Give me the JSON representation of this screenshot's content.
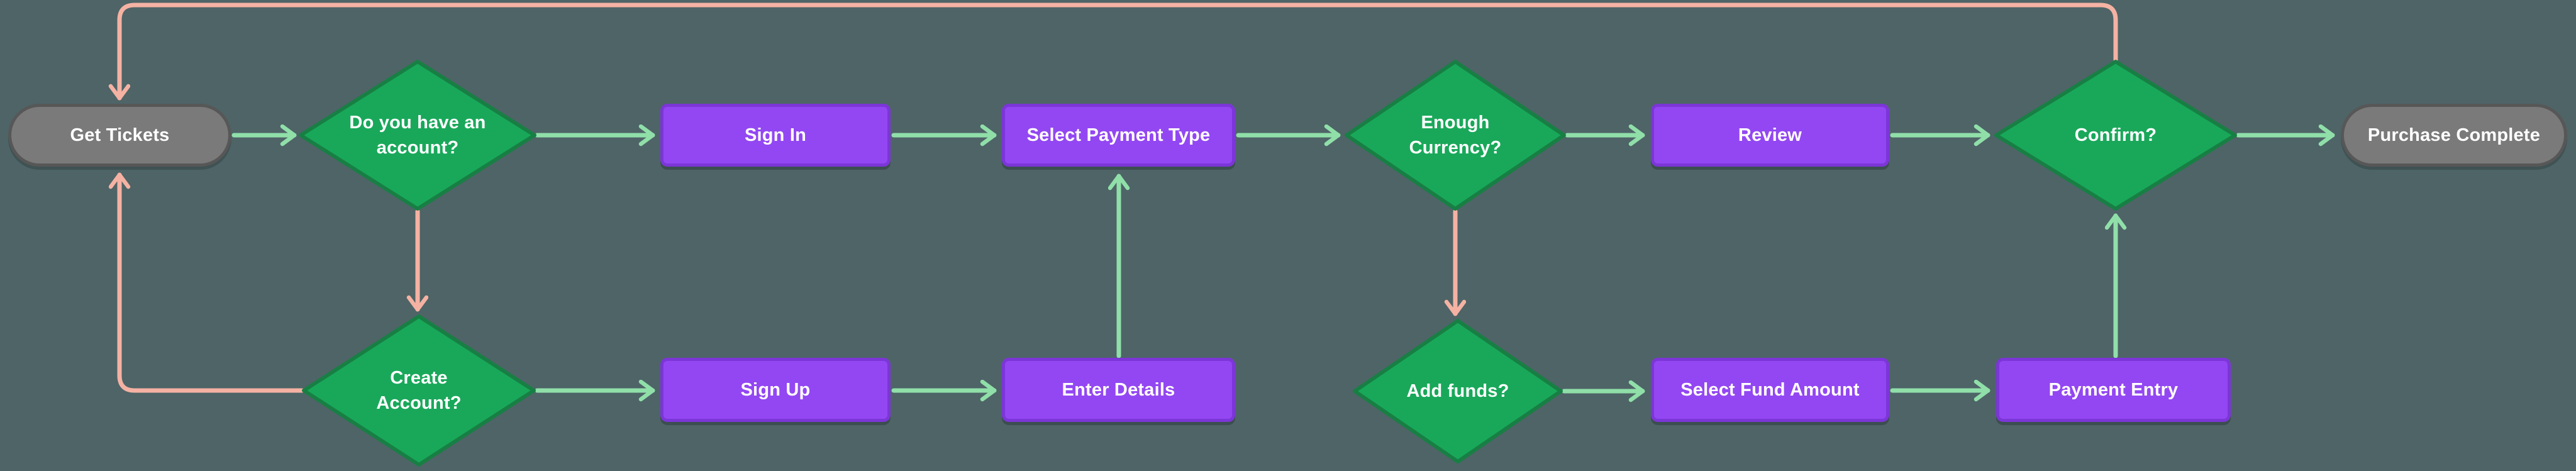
{
  "colors": {
    "background": "#4e6467",
    "decision_fill": "#19a85a",
    "decision_border": "#187f44",
    "process_fill": "#9347f2",
    "process_border": "#7c36d8",
    "terminal_fill": "#7a7a7a",
    "terminal_border": "#575757",
    "edge_green": "#90dfa9",
    "edge_pink": "#f5b2a3",
    "text": "#ffffff"
  },
  "nodes": {
    "get_tickets": {
      "label": "Get Tickets",
      "type": "terminal"
    },
    "account_decision": {
      "label": "Do you have an account?",
      "type": "decision"
    },
    "sign_in": {
      "label": "Sign In",
      "type": "process"
    },
    "select_payment_type": {
      "label": "Select Payment Type",
      "type": "process"
    },
    "enough_currency": {
      "label": "Enough Currency?",
      "type": "decision"
    },
    "review": {
      "label": "Review",
      "type": "process"
    },
    "confirm": {
      "label": "Confirm?",
      "type": "decision"
    },
    "purchase_complete": {
      "label": "Purchase Complete",
      "type": "terminal"
    },
    "create_account": {
      "label": "Create Account?",
      "type": "decision"
    },
    "sign_up": {
      "label": "Sign Up",
      "type": "process"
    },
    "enter_details": {
      "label": "Enter Details",
      "type": "process"
    },
    "add_funds": {
      "label": "Add funds?",
      "type": "decision"
    },
    "select_fund_amount": {
      "label": "Select Fund Amount",
      "type": "process"
    },
    "payment_entry": {
      "label": "Payment Entry",
      "type": "process"
    }
  },
  "edges": [
    {
      "from": "get_tickets",
      "to": "account_decision",
      "color": "green"
    },
    {
      "from": "account_decision",
      "to": "sign_in",
      "color": "green"
    },
    {
      "from": "sign_in",
      "to": "select_payment_type",
      "color": "green"
    },
    {
      "from": "select_payment_type",
      "to": "enough_currency",
      "color": "green"
    },
    {
      "from": "enough_currency",
      "to": "review",
      "color": "green"
    },
    {
      "from": "review",
      "to": "confirm",
      "color": "green"
    },
    {
      "from": "confirm",
      "to": "purchase_complete",
      "color": "green"
    },
    {
      "from": "account_decision",
      "to": "create_account",
      "color": "pink"
    },
    {
      "from": "create_account",
      "to": "sign_up",
      "color": "green"
    },
    {
      "from": "sign_up",
      "to": "enter_details",
      "color": "green"
    },
    {
      "from": "enter_details",
      "to": "select_payment_type",
      "color": "green"
    },
    {
      "from": "enough_currency",
      "to": "add_funds",
      "color": "pink"
    },
    {
      "from": "add_funds",
      "to": "select_fund_amount",
      "color": "green"
    },
    {
      "from": "select_fund_amount",
      "to": "payment_entry",
      "color": "green"
    },
    {
      "from": "payment_entry",
      "to": "confirm",
      "color": "green"
    },
    {
      "from": "confirm",
      "to": "get_tickets",
      "color": "pink"
    },
    {
      "from": "create_account",
      "to": "get_tickets",
      "color": "pink"
    }
  ]
}
